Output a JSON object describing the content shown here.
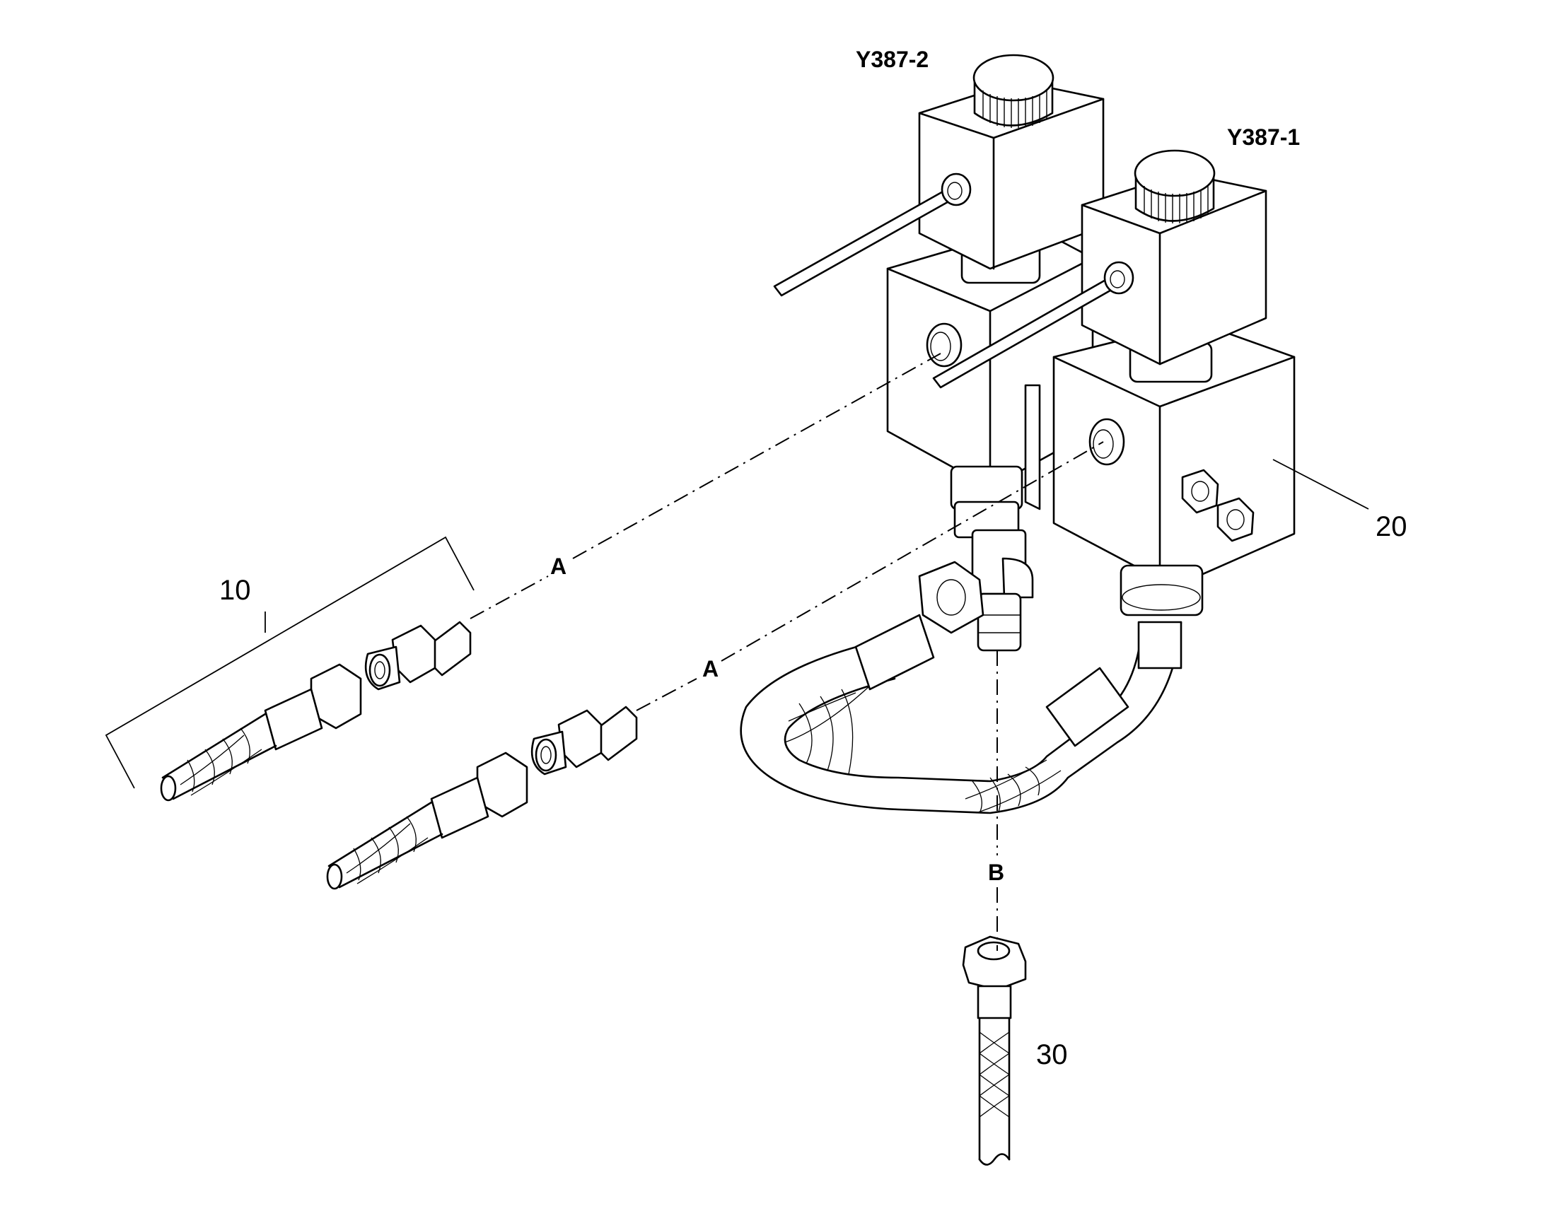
{
  "labels": {
    "valve_top": "Y387-2",
    "valve_right": "Y387-1",
    "part_10": "10",
    "part_20": "20",
    "part_30": "30",
    "conn_a_upper": "A",
    "conn_a_lower": "A",
    "conn_b": "B"
  }
}
